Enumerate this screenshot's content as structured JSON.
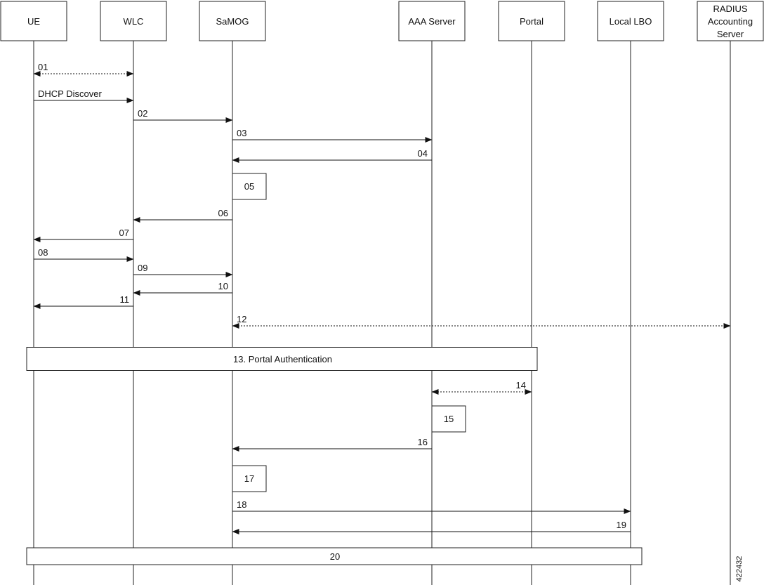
{
  "participants": [
    {
      "id": "ue",
      "lines": [
        "UE"
      ]
    },
    {
      "id": "wlc",
      "lines": [
        "WLC"
      ]
    },
    {
      "id": "samog",
      "lines": [
        "SaMOG"
      ]
    },
    {
      "id": "aaa",
      "lines": [
        "AAA Server"
      ]
    },
    {
      "id": "portal",
      "lines": [
        "Portal"
      ]
    },
    {
      "id": "lbo",
      "lines": [
        "Local LBO"
      ]
    },
    {
      "id": "radius",
      "lines": [
        "RADIUS",
        "Accounting",
        "Server"
      ]
    }
  ],
  "steps": [
    {
      "kind": "msg",
      "from": "ue",
      "to": "wlc",
      "label": "01",
      "style": "dashed",
      "bidir": true
    },
    {
      "kind": "msg",
      "from": "ue",
      "to": "wlc",
      "label": "DHCP Discover",
      "style": "solid"
    },
    {
      "kind": "msg",
      "from": "wlc",
      "to": "samog",
      "label": "02",
      "style": "solid"
    },
    {
      "kind": "msg",
      "from": "samog",
      "to": "aaa",
      "label": "03",
      "style": "solid"
    },
    {
      "kind": "msg",
      "from": "aaa",
      "to": "samog",
      "label": "04",
      "style": "solid"
    },
    {
      "kind": "box",
      "at": "samog",
      "label": "05"
    },
    {
      "kind": "msg",
      "from": "samog",
      "to": "wlc",
      "label": "06",
      "style": "solid"
    },
    {
      "kind": "msg",
      "from": "wlc",
      "to": "ue",
      "label": "07",
      "style": "solid"
    },
    {
      "kind": "msg",
      "from": "ue",
      "to": "wlc",
      "label": "08",
      "style": "solid"
    },
    {
      "kind": "msg",
      "from": "wlc",
      "to": "samog",
      "label": "09",
      "style": "solid"
    },
    {
      "kind": "msg",
      "from": "samog",
      "to": "wlc",
      "label": "10",
      "style": "solid"
    },
    {
      "kind": "msg",
      "from": "wlc",
      "to": "ue",
      "label": "11",
      "style": "solid"
    },
    {
      "kind": "msg",
      "from": "samog",
      "to": "radius",
      "label": "12",
      "style": "dashed",
      "bidir": true
    },
    {
      "kind": "span",
      "from": "ue",
      "to": "portal",
      "label": "13. Portal Authentication"
    },
    {
      "kind": "msg",
      "from": "aaa",
      "to": "portal",
      "label": "14",
      "style": "dashed",
      "bidir": true
    },
    {
      "kind": "box",
      "at": "aaa",
      "label": "15"
    },
    {
      "kind": "msg",
      "from": "aaa",
      "to": "samog",
      "label": "16",
      "style": "solid"
    },
    {
      "kind": "box",
      "at": "samog",
      "label": "17"
    },
    {
      "kind": "msg",
      "from": "samog",
      "to": "lbo",
      "label": "18",
      "style": "solid"
    },
    {
      "kind": "msg",
      "from": "lbo",
      "to": "samog",
      "label": "19",
      "style": "solid"
    },
    {
      "kind": "span",
      "from": "ue",
      "to": "lbo",
      "label": "20"
    }
  ],
  "figure_id": "422432"
}
